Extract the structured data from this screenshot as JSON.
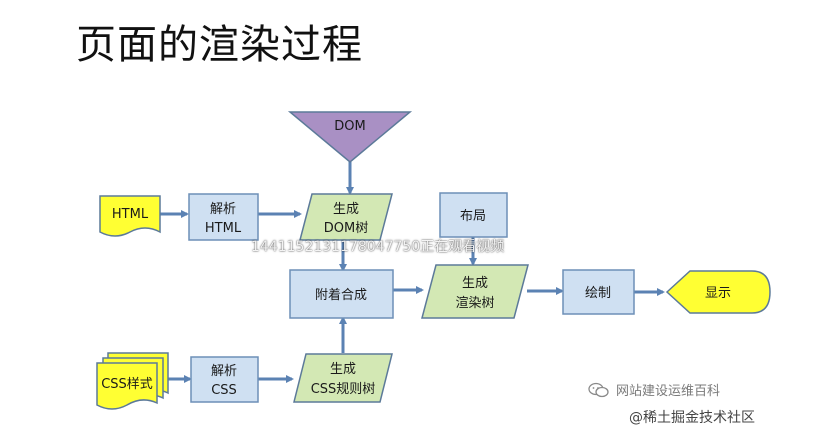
{
  "title": "页面的渲染过程",
  "nodes": {
    "dom": "DOM",
    "html": "HTML",
    "parse_html_1": "解析",
    "parse_html_2": "HTML",
    "gen_dom_1": "生成",
    "gen_dom_2": "DOM树",
    "layout": "布局",
    "attach": "附着合成",
    "gen_render_1": "生成",
    "gen_render_2": "渲染树",
    "paint": "绘制",
    "display": "显示",
    "css_style": "CSS样式",
    "parse_css_1": "解析",
    "parse_css_2": "CSS",
    "gen_css_1": "生成",
    "gen_css_2": "CSS规则树"
  },
  "overlay_text": "1441152131178047750正在观看视频",
  "watermark": {
    "line1": "网站建设运维百科",
    "line2": "@稀土掘金技术社区"
  },
  "colors": {
    "box_fill": "#cfe0f2",
    "box_stroke": "#6d8fb7",
    "para_fill": "#d3e8b4",
    "para_stroke": "#5c7a99",
    "doc_fill": "#ffff33",
    "dom_fill": "#a990c4",
    "display_fill": "#ffff33",
    "arrow": "#5b82b3"
  },
  "icons": [
    "wechat-icon"
  ]
}
